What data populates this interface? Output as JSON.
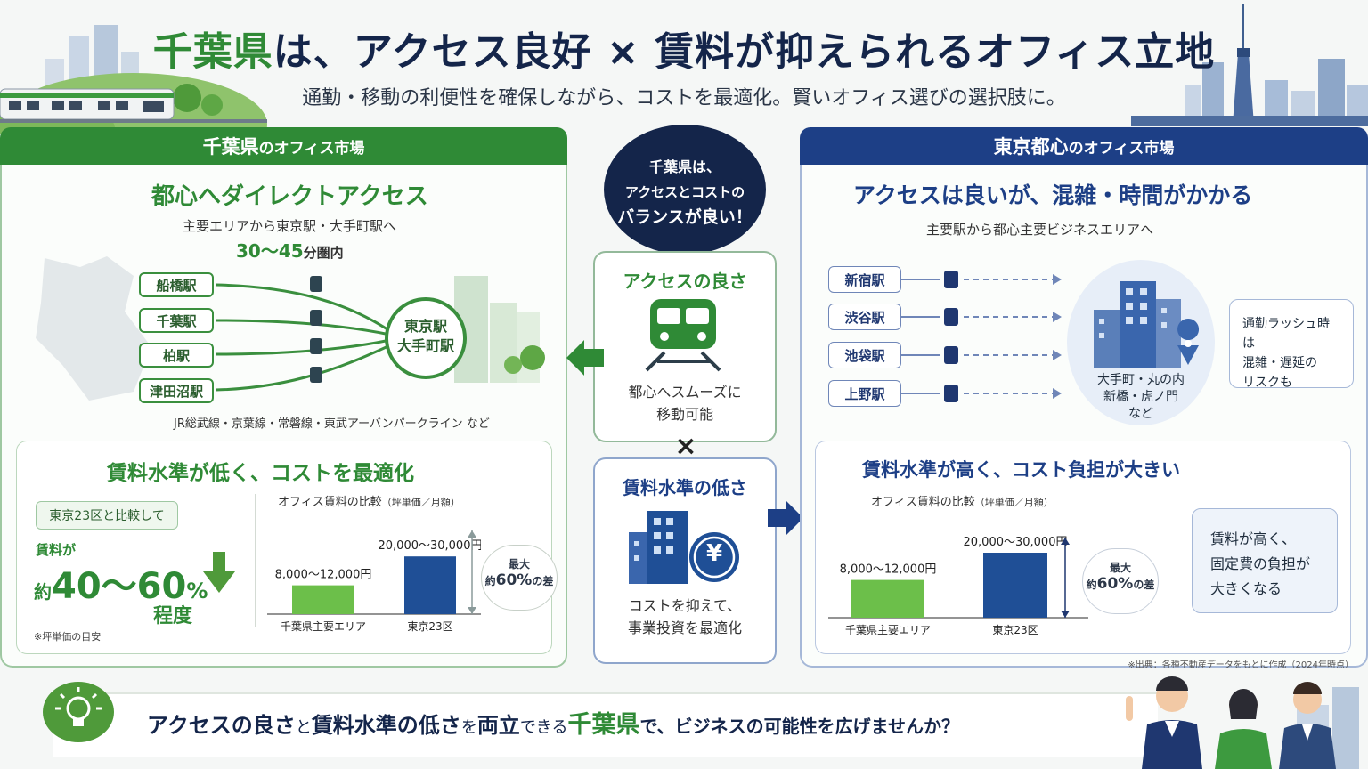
{
  "header": {
    "title_highlight": "千葉県",
    "title_rest": "は、アクセス良好 × 賃料が抑えられるオフィス立地",
    "subtitle": "通勤・移動の利便性を確保しながら、コストを最適化。賢いオフィス選びの選択肢に。"
  },
  "left_panel": {
    "head_strong": "千葉県",
    "head_rest": "のオフィス市場",
    "access": {
      "heading": "都心へダイレクトアクセス",
      "sub": "主要エリアから東京駅・大手町駅へ",
      "time": "30～45",
      "time_unit": "分圏内",
      "stations": [
        "船橋駅",
        "千葉駅",
        "柏駅",
        "津田沼駅"
      ],
      "destination_line1": "東京駅",
      "destination_line2": "大手町駅",
      "lines_note": "JR総武線・京葉線・常磐線・東武アーバンパークライン など"
    },
    "rent": {
      "heading": "賃料水準が低く、コストを最適化",
      "compare_tag": "東京23区と比較して",
      "rent_label": "賃料が",
      "approx": "約",
      "percent": "40～60",
      "percent_sign": "%",
      "degree": "程度",
      "note": "※坪単価の目安",
      "chart_title": "オフィス賃料の比較",
      "chart_unit": "（坪単価／月額）",
      "diff_line1": "最大",
      "diff_line2_pre": "約",
      "diff_line2_num": "60%",
      "diff_line2_post": "の差"
    }
  },
  "center": {
    "bubble_line1": "千葉県は、",
    "bubble_line2": "アクセスとコストの",
    "bubble_line3": "バランスが良い！",
    "access_title": "アクセスの良さ",
    "access_desc1": "都心へスムーズに",
    "access_desc2": "移動可能",
    "times": "×",
    "rent_title": "賃料水準の低さ",
    "rent_desc1": "コストを抑えて、",
    "rent_desc2": "事業投資を最適化",
    "yen": "¥"
  },
  "right_panel": {
    "head_strong": "東京都心",
    "head_rest": "のオフィス市場",
    "access": {
      "heading": "アクセスは良いが、混雑・時間がかかる",
      "sub": "主要駅から都心主要ビジネスエリアへ",
      "stations": [
        "新宿駅",
        "渋谷駅",
        "池袋駅",
        "上野駅"
      ],
      "area_line1": "大手町・丸の内",
      "area_line2": "新橋・虎ノ門",
      "area_line3": "など",
      "risk_line1": "通勤ラッシュ時は",
      "risk_line2": "混雑・遅延の",
      "risk_line3": "リスクも"
    },
    "rent": {
      "heading": "賃料水準が高く、コスト負担が大きい",
      "chart_title": "オフィス賃料の比較",
      "chart_unit": "（坪単価／月額）",
      "diff_line1": "最大",
      "diff_line2_pre": "約",
      "diff_line2_num": "60%",
      "diff_line2_post": "の差",
      "burden_line1": "賃料が高く、",
      "burden_line2": "固定費の負担が",
      "burden_line3": "大きくなる"
    },
    "source": "※出典：各種不動産データをもとに作成（2024年時点）"
  },
  "footer": {
    "p1": "アクセスの良さ",
    "p2": "と",
    "p3": "賃料水準の低さ",
    "p4": "を",
    "p5": "両立",
    "p6": "できる",
    "p7": "千葉県",
    "p8": "で、ビジネスの可能性を広げませんか？"
  },
  "chart_data": [
    {
      "type": "bar",
      "title": "オフィス賃料の比較",
      "ylabel": "（坪単価／月額）",
      "categories": [
        "千葉県主要エリア",
        "東京23区"
      ],
      "value_labels": [
        "8,000～12,000円",
        "20,000～30,000円"
      ],
      "ranges": [
        [
          8000,
          12000
        ],
        [
          20000,
          30000
        ]
      ],
      "values": [
        10000,
        25000
      ]
    },
    {
      "type": "bar",
      "title": "オフィス賃料の比較",
      "ylabel": "（坪単価／月額）",
      "categories": [
        "千葉県主要エリア",
        "東京23区"
      ],
      "value_labels": [
        "8,000～12,000円",
        "20,000～30,000円"
      ],
      "ranges": [
        [
          8000,
          12000
        ],
        [
          20000,
          30000
        ]
      ],
      "values": [
        10000,
        25000
      ]
    }
  ],
  "colors": {
    "green": "#2f8a36",
    "navy": "#1d3f86",
    "bar_green": "#6cbf4a",
    "bar_navy": "#1f4f96"
  }
}
